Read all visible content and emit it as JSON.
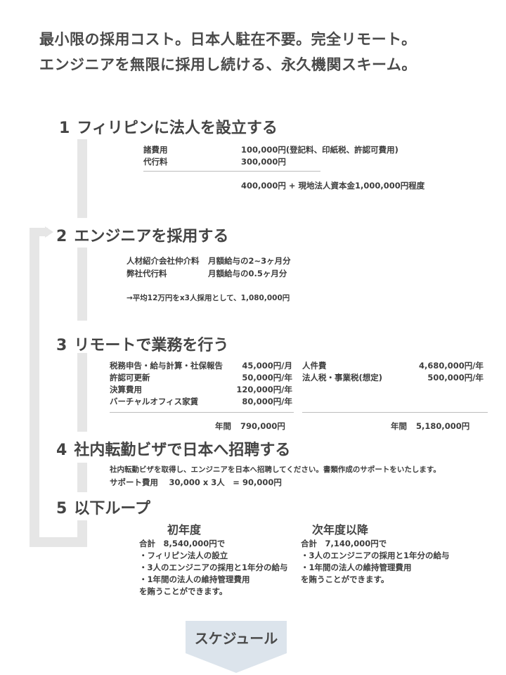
{
  "headline": {
    "line1": "最小限の採用コスト。日本人駐在不要。完全リモート。",
    "line2": "エンジニアを無限に採用し続ける、永久機関スキーム。"
  },
  "sections": [
    {
      "num": "1",
      "title": "フィリピンに法人を設立する",
      "rows": [
        {
          "label": "諸費用",
          "value": "100,000円(登記料、印紙税、許認可費用)"
        },
        {
          "label": "代行料",
          "value": "300,000円"
        }
      ],
      "total": "400,000円 + 現地法人資本金1,000,000円程度"
    },
    {
      "num": "2",
      "title": "エンジニアを採用する",
      "rows": [
        {
          "label": "人材紹介会社仲介料",
          "value": "月額給与の2~3ヶ月分"
        },
        {
          "label": "弊社代行料",
          "value": "月額給与の0.5ヶ月分"
        }
      ],
      "note": "→平均12万円をx3人採用として、1,080,000円"
    },
    {
      "num": "3",
      "title": "リモートで業務を行う",
      "left_rows": [
        {
          "label": "税務申告・給与計算・社保報告",
          "value": "45,000円/月"
        },
        {
          "label": "許認可更新",
          "value": "50,000円/年"
        },
        {
          "label": "決算費用",
          "value": "120,000円/年"
        },
        {
          "label": "バーチャルオフィス家賃",
          "value": "80,000円/年"
        }
      ],
      "right_rows": [
        {
          "label": "人件費",
          "value": "4,680,000円/年"
        },
        {
          "label": "法人税・事業税(想定)",
          "value": "500,000円/年"
        }
      ],
      "left_total_label": "年間",
      "left_total_value": "790,000円",
      "right_total_label": "年間",
      "right_total_value": "5,180,000円"
    },
    {
      "num": "4",
      "title": "社内転勤ビザで日本へ招聘する",
      "desc": "社内転勤ビザを取得し、エンジニアを日本へ招聘してください。書類作成のサポートをいたします。",
      "support": "サポート費用　  30,000 x 3人　= 90,000円"
    },
    {
      "num": "5",
      "title": "以下ループ",
      "first_year": {
        "heading": "初年度",
        "lines": [
          "合計　8,540,000円で",
          "・フィリピン法人の設立",
          "・3人のエンジニアの採用と1年分の給与",
          "・1年間の法人の維持管理費用",
          "を賄うことができます。"
        ]
      },
      "next_year": {
        "heading": "次年度以降",
        "lines": [
          "合計　7,140,000円で",
          "・3人のエンジニアの採用と1年分の給与",
          "・1年間の法人の維持管理費用",
          "を賄うことができます。"
        ]
      }
    }
  ],
  "schedule_label": "スケジュール",
  "colors": {
    "connector": "#e6e6e6",
    "schedule": "#dce4ec",
    "text": "#3b3b3b"
  }
}
